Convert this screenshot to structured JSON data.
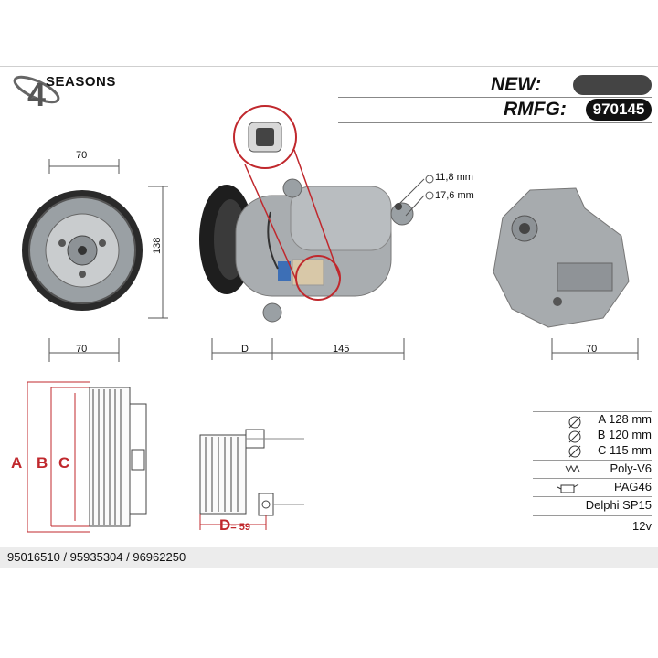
{
  "brand": {
    "name": "SEASONS"
  },
  "header": {
    "new_label": "NEW:",
    "rmfg_label": "RMFG:",
    "rmfg_value": "970145"
  },
  "dimensions": {
    "front_width": "70",
    "front_height": "138",
    "front_width_bottom": "70",
    "side_d": "D",
    "side_length": "145",
    "rear_width": "70",
    "port_small": "11,8 mm",
    "port_large": "17,6 mm"
  },
  "pulley_labels": {
    "a": "A",
    "b": "B",
    "c": "C"
  },
  "clutch": {
    "d_label": "D",
    "d_value": "= 59"
  },
  "specs": [
    {
      "icon": "diameter",
      "text": "A 128 mm"
    },
    {
      "icon": "diameter",
      "text": "B 120 mm"
    },
    {
      "icon": "diameter",
      "text": "C 115 mm"
    },
    {
      "icon": "belt",
      "text": "Poly-V6"
    },
    {
      "icon": "oil",
      "text": "PAG46"
    },
    {
      "icon": "",
      "text": "Delphi  SP15"
    },
    {
      "icon": "",
      "text": "12v"
    }
  ],
  "part_numbers": "95016510 / 95935304 / 96962250",
  "colors": {
    "accent_red": "#c0282d",
    "dark": "#111111"
  }
}
